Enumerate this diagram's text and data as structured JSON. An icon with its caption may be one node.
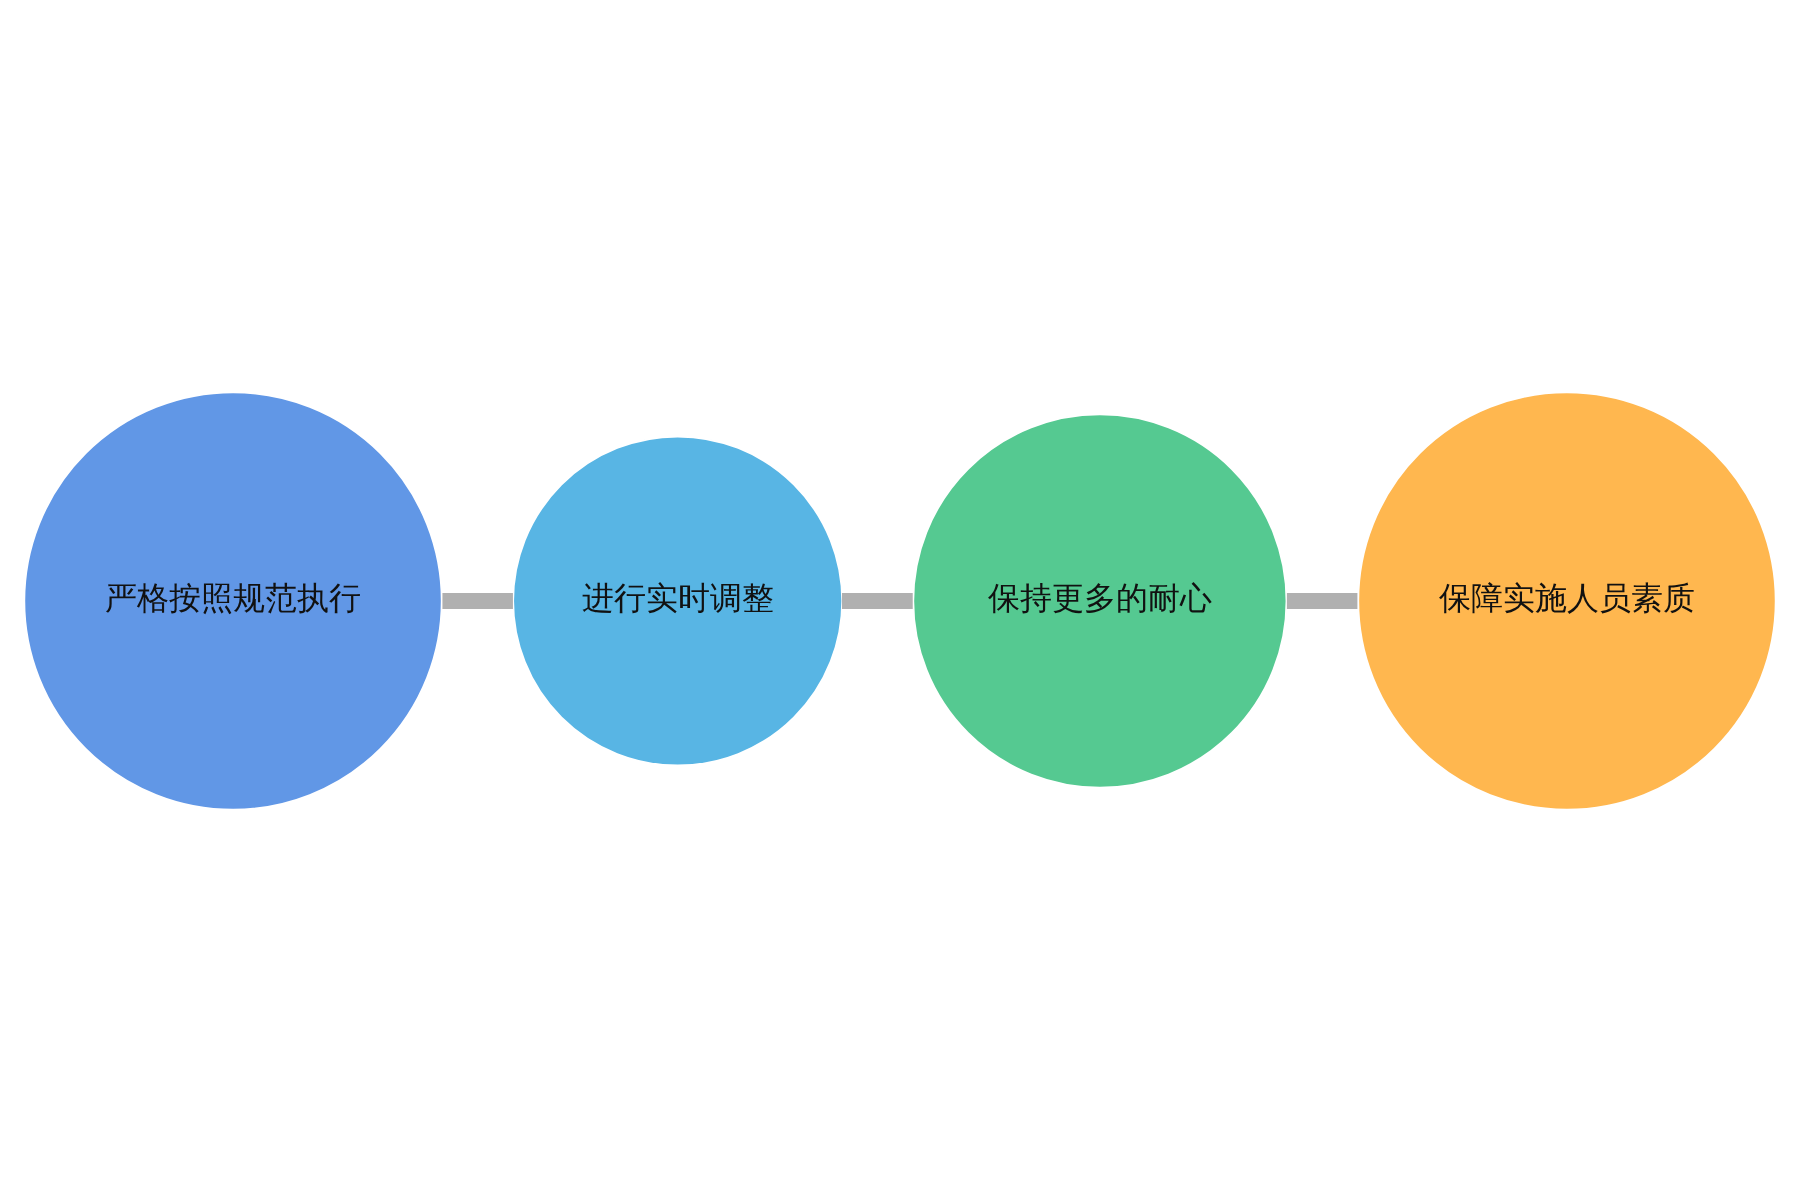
{
  "diagram": {
    "nodes": [
      {
        "text": [
          "严格按照规范执行"
        ]
      },
      {
        "text": [
          "进行实时调整"
        ]
      },
      {
        "text": [
          "保持更多的耐心"
        ]
      },
      {
        "text": [
          "保障实施人员素质"
        ]
      }
    ],
    "edges": [
      {
        "from": 0,
        "to": 1,
        "arrow": "none"
      },
      {
        "from": 1,
        "to": 2,
        "arrow": "none"
      },
      {
        "from": 2,
        "to": 3,
        "arrow": "none"
      }
    ]
  }
}
